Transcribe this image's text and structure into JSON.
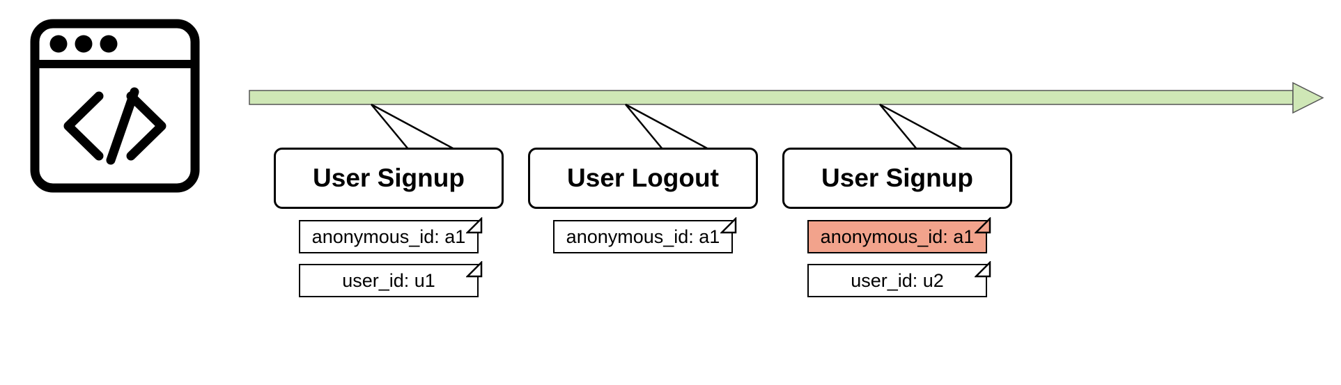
{
  "colors": {
    "timeline": "#cfe7b6",
    "highlight": "#f2a38c",
    "stroke": "#000000"
  },
  "icon": {
    "name": "code-window-icon",
    "glyph": "</>"
  },
  "timeline": {
    "direction": "right"
  },
  "events": [
    {
      "title": "User Signup",
      "tags": [
        {
          "label": "anonymous_id: a1",
          "highlight": false
        },
        {
          "label": "user_id: u1",
          "highlight": false
        }
      ]
    },
    {
      "title": "User Logout",
      "tags": [
        {
          "label": "anonymous_id: a1",
          "highlight": false
        }
      ]
    },
    {
      "title": "User Signup",
      "tags": [
        {
          "label": "anonymous_id: a1",
          "highlight": true
        },
        {
          "label": "user_id: u2",
          "highlight": false
        }
      ]
    }
  ]
}
